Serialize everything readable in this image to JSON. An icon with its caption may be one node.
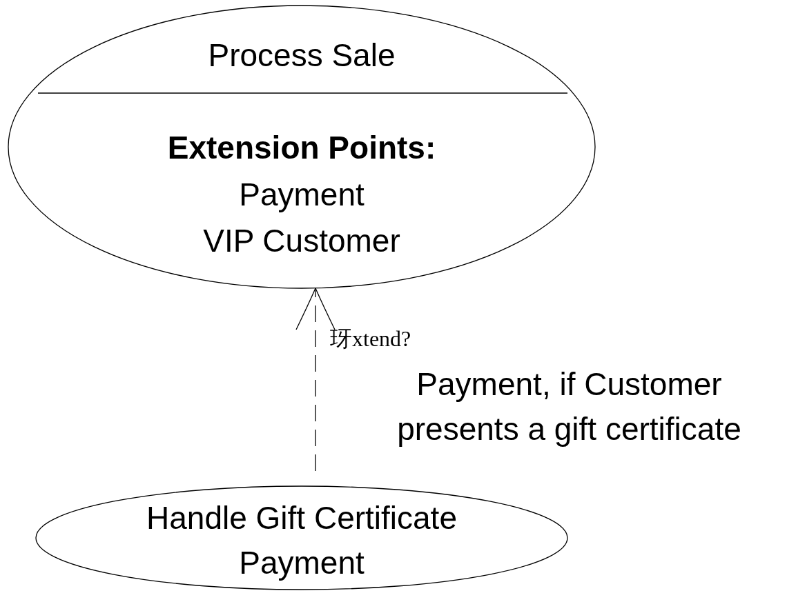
{
  "diagram": {
    "nodes": [
      {
        "text": [
          "Process Sale",
          "Extension Points:",
          "Payment",
          "VIP Customer"
        ]
      },
      {
        "text": [
          "Handle Gift Certificate Payment"
        ]
      }
    ],
    "edges": [
      {
        "from": 1,
        "to": 0,
        "arrow": "to",
        "style": "dashed",
        "label": "玡xtend?"
      }
    ],
    "labels": [
      "Payment, if Customer presents a gift certificate"
    ]
  }
}
